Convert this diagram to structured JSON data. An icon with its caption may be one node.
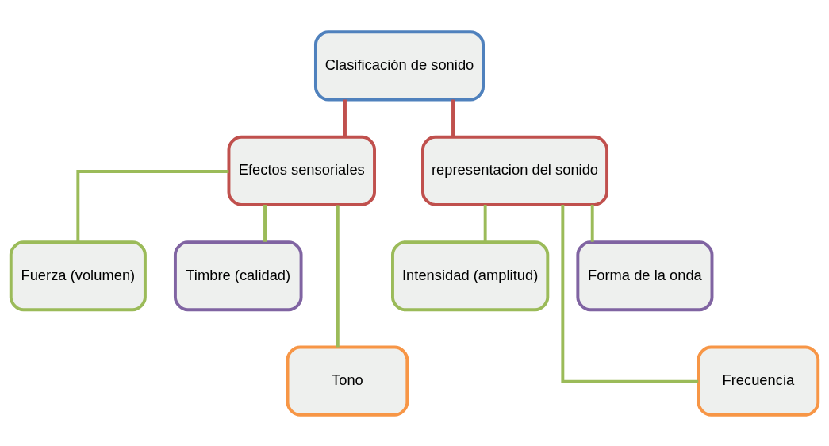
{
  "diagram": {
    "nodes": [
      {
        "text": [
          "Clasificación de sonido"
        ]
      },
      {
        "text": [
          "Efectos sensoriales"
        ]
      },
      {
        "text": [
          "representacion del sonido"
        ]
      },
      {
        "text": [
          "Fuerza (volumen)"
        ]
      },
      {
        "text": [
          "Timbre (calidad)"
        ]
      },
      {
        "text": [
          "Intensidad (amplitud)"
        ]
      },
      {
        "text": [
          "Forma de la onda"
        ]
      },
      {
        "text": [
          "Tono"
        ]
      },
      {
        "text": [
          "Frecuencia"
        ]
      }
    ],
    "edges": [
      {
        "from": 0,
        "to": 1,
        "arrow": "none",
        "color": "#c0504d"
      },
      {
        "from": 0,
        "to": 2,
        "arrow": "none",
        "color": "#c0504d"
      },
      {
        "from": 1,
        "to": 3,
        "arrow": "none"
      },
      {
        "from": 1,
        "to": 7,
        "arrow": "none"
      },
      {
        "from": 1,
        "to": 4,
        "arrow": "none"
      },
      {
        "from": 2,
        "to": 5,
        "arrow": "none"
      },
      {
        "from": 2,
        "to": 8,
        "arrow": "none"
      },
      {
        "from": 2,
        "to": 6,
        "arrow": "none"
      }
    ]
  }
}
